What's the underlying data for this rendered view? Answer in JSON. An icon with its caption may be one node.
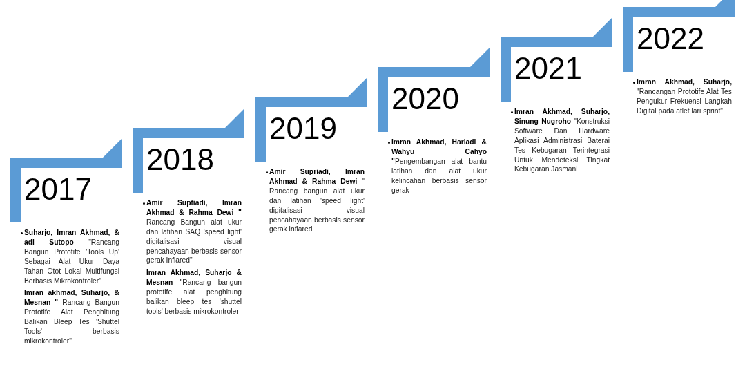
{
  "diagram": {
    "nodes": [
      {
        "text": [
          "2017",
          "**Suharjo, Imran Akhmad, & adi Sutopo** \"Rancang Bangun Prototife 'Tools Up' Sebagai Alat Ukur Daya Tahan Otot Lokal Multifungsi Berbasis Mikrokontroler\"",
          "**Imran akhmad, Suharjo, & Mesnan \"** Rancang Bangun Prototife Alat Penghitung Balikan Bleep Tes 'Shuttel Tools' berbasis mikrokontroler\""
        ]
      },
      {
        "text": [
          "2018",
          "**Amir Suptiadi, Imran Akhmad & Rahma Dewi \"** Rancang Bangun alat ukur dan latihan SAQ 'speed light' digitalisasi visual pencahayaan berbasis sensor gerak Inflared\"",
          "**Imran Akhmad, Suharjo & Mesnan** \"Rancang bangun prototife alat penghitung balikan bleep tes 'shuttel tools' berbasis mikrokontroler"
        ]
      },
      {
        "text": [
          "2019",
          "**Amir Supriadi, Imran Akhmad & Rahma Dewi** \" Rancang bangun alat ukur dan latihan 'speed light' digitalisasi visual pencahayaan berbasis sensor gerak inflared"
        ]
      },
      {
        "text": [
          "2020",
          "**Imran Akhmad, Hariadi & Wahyu Cahyo \"**Pengembangan alat bantu latihan dan alat ukur kelincahan berbasis sensor gerak"
        ]
      },
      {
        "text": [
          "2021",
          "**Imran Akhmad, Suharjo, Sinung Nugroho** \"Konstruksi Software Dan Hardware Aplikasi Administrasi Baterai Tes Kebugaran Terintegrasi Untuk Mendeteksi Tingkat Kebugaran Jasmani"
        ]
      },
      {
        "text": [
          "2022",
          "**Imran Akhmad, Suharjo,** \"Rancangan Prototife Alat Tes Pengukur Frekuensi Langkah Digital pada atlet lari sprint\""
        ]
      }
    ]
  }
}
